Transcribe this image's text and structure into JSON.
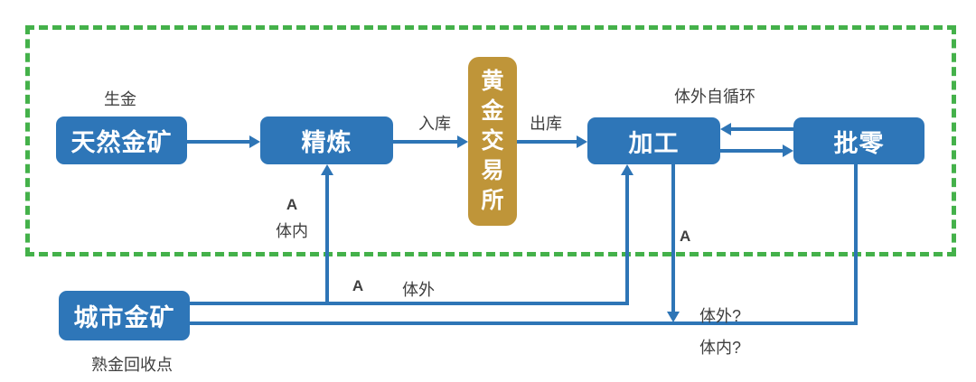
{
  "diagram": {
    "boxes": {
      "natural_mine": "天然金矿",
      "refining": "精炼",
      "exchange": "黄金交易所",
      "processing": "加工",
      "retail": "批零",
      "urban_mine": "城市金矿"
    },
    "labels": {
      "raw_gold": "生金",
      "warehouse_in": "入库",
      "warehouse_out": "出库",
      "external_self_circulation": "体外自循环",
      "a_internal": "A",
      "internal": "体内",
      "a_external": "A",
      "external": "体外",
      "a_processing": "A",
      "external_question": "体外?",
      "internal_question": "体内?",
      "recycled_gold_point": "熟金回收点"
    },
    "colors": {
      "node_blue": "#2E76B8",
      "arrow_blue": "#2E75B6",
      "exchange_gold": "#BF9539",
      "boundary_green": "#44B14A",
      "label_text": "#3F3F3F",
      "node_text": "#FFFFFF"
    }
  }
}
